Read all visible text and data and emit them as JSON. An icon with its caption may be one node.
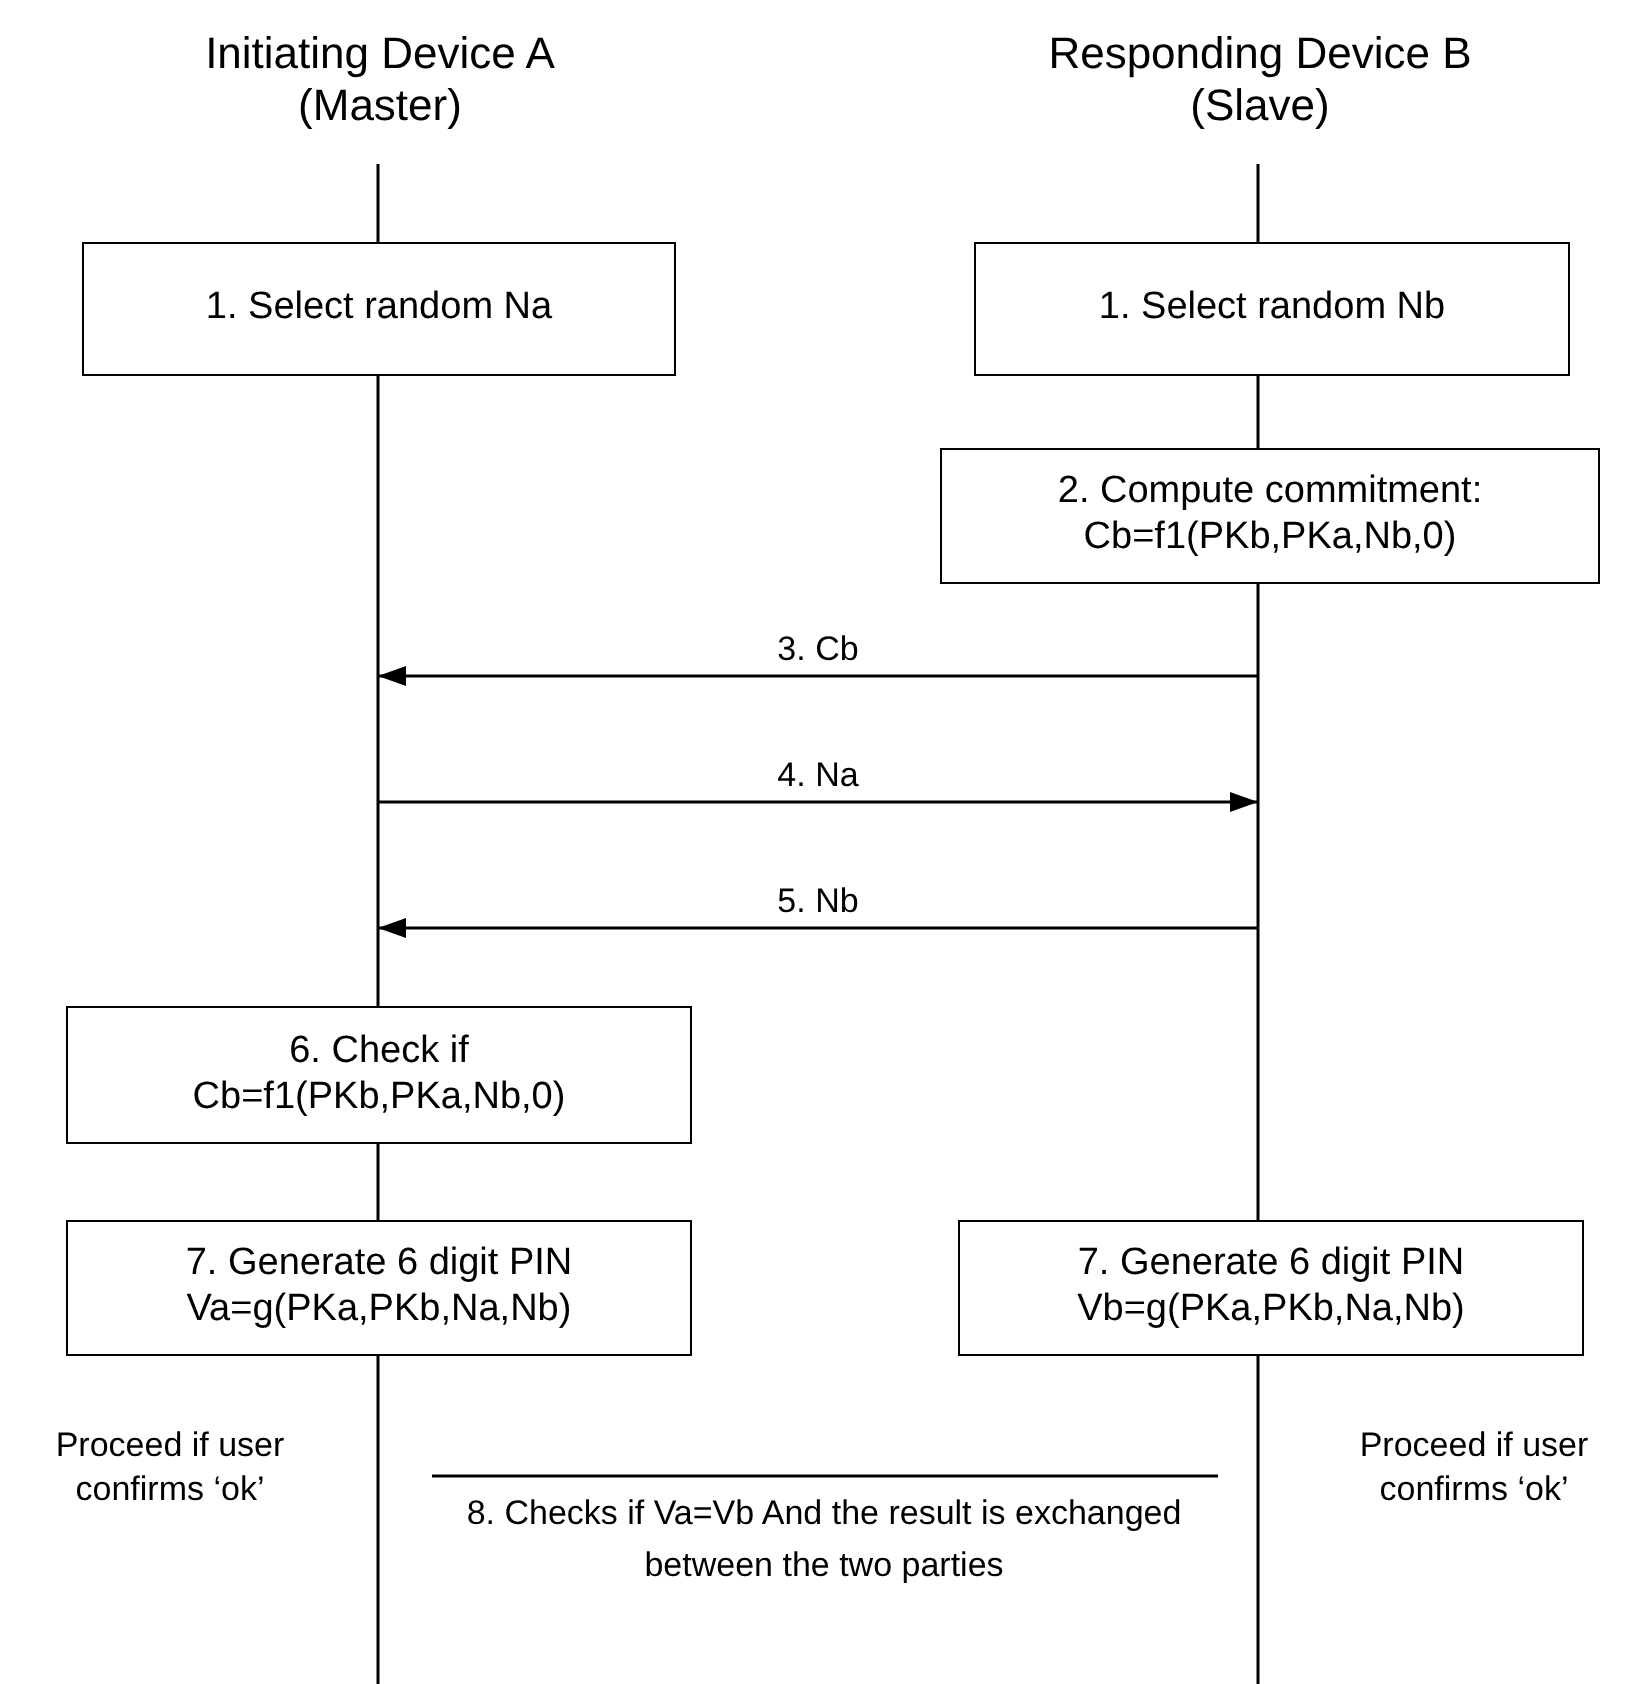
{
  "diagram": {
    "nodes": [
      {
        "text": [
          "Initiating Device A (Master)"
        ]
      },
      {
        "text": [
          "Responding Device B (Slave)"
        ]
      },
      {
        "text": [
          "1. Select random Na"
        ]
      },
      {
        "text": [
          "1. Select random Nb"
        ]
      },
      {
        "text": [
          "2. Compute commitment: Cb=f1(PKb,PKa,Nb,0)"
        ]
      },
      {
        "text": [
          "6. Check if Cb=f1(PKb,PKa,Nb,0)"
        ]
      },
      {
        "text": [
          "7. Generate 6 digit PIN Va=g(PKa,PKb,Na,Nb)"
        ]
      },
      {
        "text": [
          "7. Generate 6 digit PIN Vb=g(PKa,PKb,Na,Nb)"
        ]
      }
    ],
    "edges": [
      {
        "from": 1,
        "to": 0,
        "arrow": "to",
        "label": "3. Cb"
      },
      {
        "from": 0,
        "to": 1,
        "arrow": "to",
        "label": "4. Na"
      },
      {
        "from": 1,
        "to": 0,
        "arrow": "to",
        "label": "5. Nb"
      }
    ],
    "labels": [
      "Proceed if user confirms ‘ok’",
      "8. Checks if Va=Vb And the result is exchanged  between the two parties",
      "Proceed if user confirms ‘ok’"
    ]
  }
}
